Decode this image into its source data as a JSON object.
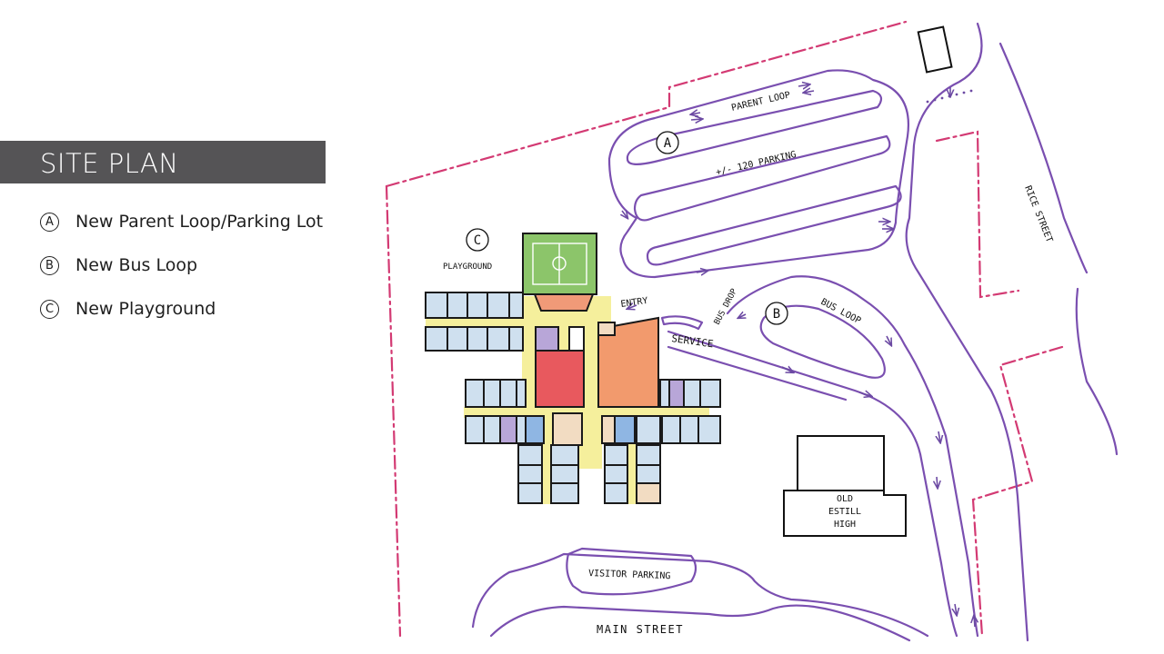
{
  "title": "SITE PLAN",
  "legend": [
    {
      "marker": "A",
      "label": "New Parent Loop/Parking Lot"
    },
    {
      "marker": "B",
      "label": "New Bus Loop"
    },
    {
      "marker": "C",
      "label": "New Playground"
    }
  ],
  "plan": {
    "labels": {
      "parent_loop": "PARENT LOOP",
      "parking": "+/- 120 PARKING",
      "rice_street": "RICE STREET",
      "playground": "PLAYGROUND",
      "entry": "ENTRY",
      "bus_drop": "BUS DROP",
      "bus_loop": "BUS LOOP",
      "service": "SERVICE",
      "old_estill_high": [
        "OLD",
        "ESTILL",
        "HIGH"
      ],
      "visitor_parking": "VISITOR PARKING",
      "main_street": "MAIN STREET"
    },
    "markers": {
      "a": "A",
      "b": "B",
      "c": "C"
    },
    "colors": {
      "property_line": "#d33a73",
      "road": "#7a4fb0",
      "corridor": "#f5ef9c",
      "classroom": "#cfe0ef",
      "blue_room": "#8fb6e3",
      "lilac_room": "#b8a6d8",
      "gym": "#e8595e",
      "cafeteria": "#f29a6d",
      "playground": "#8cc56a",
      "stage": "#f09a78",
      "support": "#f2dcc2"
    }
  }
}
